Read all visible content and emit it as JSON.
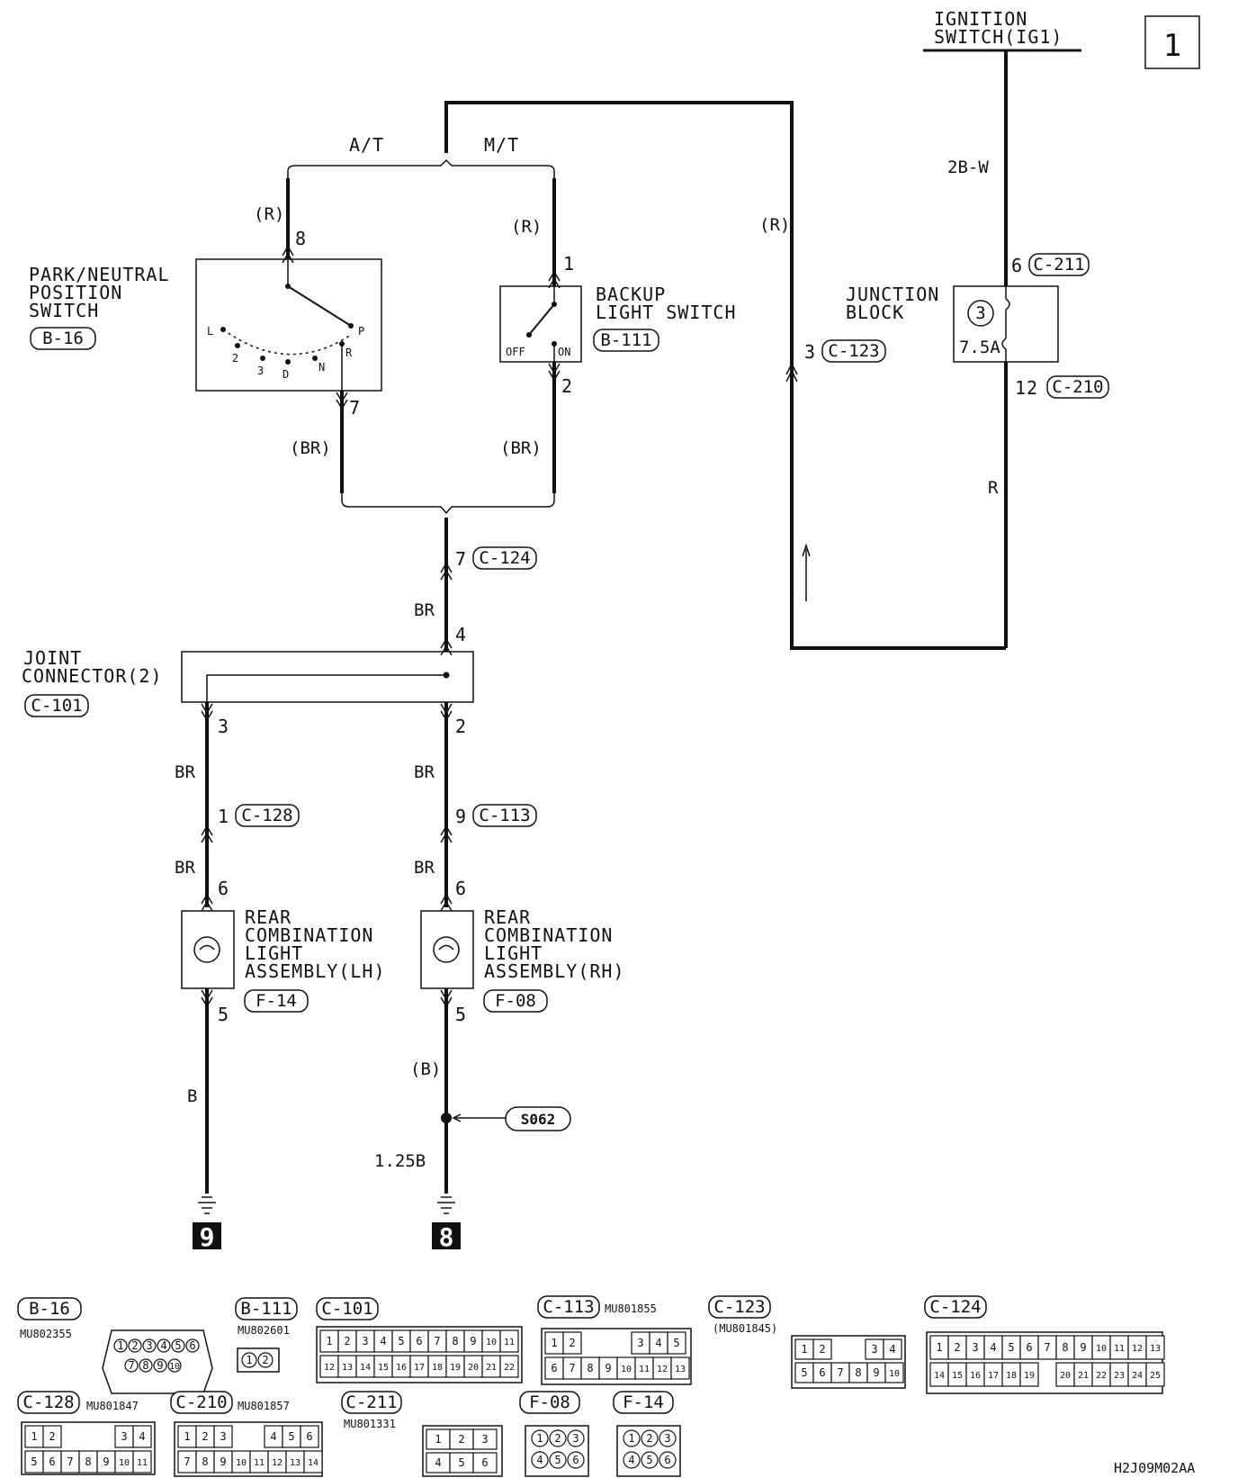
{
  "page_number": "1",
  "footer_code": "H2J09M02AA",
  "power": {
    "name_line1": "IGNITION",
    "name_line2": "SWITCH(IG1)",
    "wire": "2B-W"
  },
  "junction_block": {
    "name_line1": "JUNCTION",
    "name_line2": "BLOCK",
    "fuse_number": "3",
    "fuse_rating": "7.5A",
    "in_pin": "6",
    "in_connector": "C-211",
    "out_pin": "12",
    "out_connector": "C-210",
    "out_wire": "R"
  },
  "trans_labels": {
    "at": "A/T",
    "mt": "M/T"
  },
  "return_branch": {
    "wire": "(R)",
    "pin": "3",
    "connector": "C-123"
  },
  "pn_switch": {
    "name_line1": "PARK/NEUTRAL",
    "name_line2": "POSITION",
    "name_line3": "SWITCH",
    "connector": "B-16",
    "in_wire": "(R)",
    "in_pin": "8",
    "out_pin": "7",
    "out_wire": "(BR)",
    "positions": [
      "L",
      "2",
      "3",
      "D",
      "N",
      "R",
      "P"
    ]
  },
  "backup_switch": {
    "name_line1": "BACKUP",
    "name_line2": "LIGHT SWITCH",
    "connector": "B-111",
    "in_wire": "(R)",
    "in_pin": "1",
    "out_pin": "2",
    "out_wire": "(BR)",
    "off_label": "OFF",
    "on_label": "ON"
  },
  "merge": {
    "pin": "7",
    "connector": "C-124",
    "wire": "BR"
  },
  "joint_connector": {
    "name_line1": "JOINT",
    "name_line2": "CONNECTOR(2)",
    "connector": "C-101",
    "in_pin": "4",
    "out_left_pin": "3",
    "out_right_pin": "2"
  },
  "lh_branch": {
    "wire1": "BR",
    "pin1": "1",
    "connector1": "C-128",
    "wire2": "BR",
    "lamp_in_pin": "6",
    "lamp_out_pin": "5",
    "ground_wire": "B",
    "ground_number": "9"
  },
  "rh_branch": {
    "wire1": "BR",
    "pin1": "9",
    "connector1": "C-113",
    "wire2": "BR",
    "lamp_in_pin": "6",
    "lamp_out_pin": "5",
    "ground_wire1": "(B)",
    "splice": "S062",
    "ground_wire2": "1.25B",
    "ground_number": "8"
  },
  "lamp_lh": {
    "name_line1": "REAR",
    "name_line2": "COMBINATION",
    "name_line3": "LIGHT",
    "name_line4": "ASSEMBLY(LH)",
    "connector": "F-14"
  },
  "lamp_rh": {
    "name_line1": "REAR",
    "name_line2": "COMBINATION",
    "name_line3": "LIGHT",
    "name_line4": "ASSEMBLY(RH)",
    "connector": "F-08"
  },
  "connector_views": {
    "b16": {
      "id": "B-16",
      "part": "MU802355"
    },
    "b111": {
      "id": "B-111",
      "part": "MU802601"
    },
    "c101": {
      "id": "C-101"
    },
    "c113": {
      "id": "C-113",
      "part": "MU801855"
    },
    "c123": {
      "id": "C-123",
      "part": "(MU801845)"
    },
    "c124": {
      "id": "C-124"
    },
    "c128": {
      "id": "C-128",
      "part": "MU801847"
    },
    "c210": {
      "id": "C-210",
      "part": "MU801857"
    },
    "c211": {
      "id": "C-211",
      "part": "MU801331"
    },
    "f08": {
      "id": "F-08"
    },
    "f14": {
      "id": "F-14"
    }
  },
  "pins": {
    "b16": [
      "1",
      "2",
      "3",
      "4",
      "5",
      "6",
      "7",
      "8",
      "9",
      "10"
    ],
    "b111": [
      "1",
      "2"
    ],
    "c101_top": [
      "1",
      "2",
      "3",
      "4",
      "5",
      "6",
      "7",
      "8",
      "9",
      "10",
      "11"
    ],
    "c101_bot": [
      "12",
      "13",
      "14",
      "15",
      "16",
      "17",
      "18",
      "19",
      "20",
      "21",
      "22"
    ],
    "c113_top": [
      "1",
      "2",
      "3",
      "4",
      "5"
    ],
    "c113_bot": [
      "6",
      "7",
      "8",
      "9",
      "10",
      "11",
      "12",
      "13"
    ],
    "c123_top": [
      "1",
      "2",
      "3",
      "4"
    ],
    "c123_bot": [
      "5",
      "6",
      "7",
      "8",
      "9",
      "10"
    ],
    "c124_top": [
      "1",
      "2",
      "3",
      "4",
      "5",
      "6",
      "7",
      "8",
      "9",
      "10",
      "11",
      "12",
      "13"
    ],
    "c124_bot": [
      "14",
      "15",
      "16",
      "17",
      "18",
      "19",
      "20",
      "21",
      "22",
      "23",
      "24",
      "25"
    ],
    "c128_top": [
      "1",
      "2",
      "3",
      "4"
    ],
    "c128_bot": [
      "5",
      "6",
      "7",
      "8",
      "9",
      "10",
      "11"
    ],
    "c210_top": [
      "1",
      "2",
      "3",
      "4",
      "5",
      "6"
    ],
    "c210_bot": [
      "7",
      "8",
      "9",
      "10",
      "11",
      "12",
      "13",
      "14"
    ],
    "c211": [
      "1",
      "2",
      "3",
      "4",
      "5",
      "6"
    ],
    "f08": [
      "1",
      "2",
      "3",
      "4",
      "5",
      "6"
    ],
    "f14": [
      "1",
      "2",
      "3",
      "4",
      "5",
      "6"
    ]
  }
}
